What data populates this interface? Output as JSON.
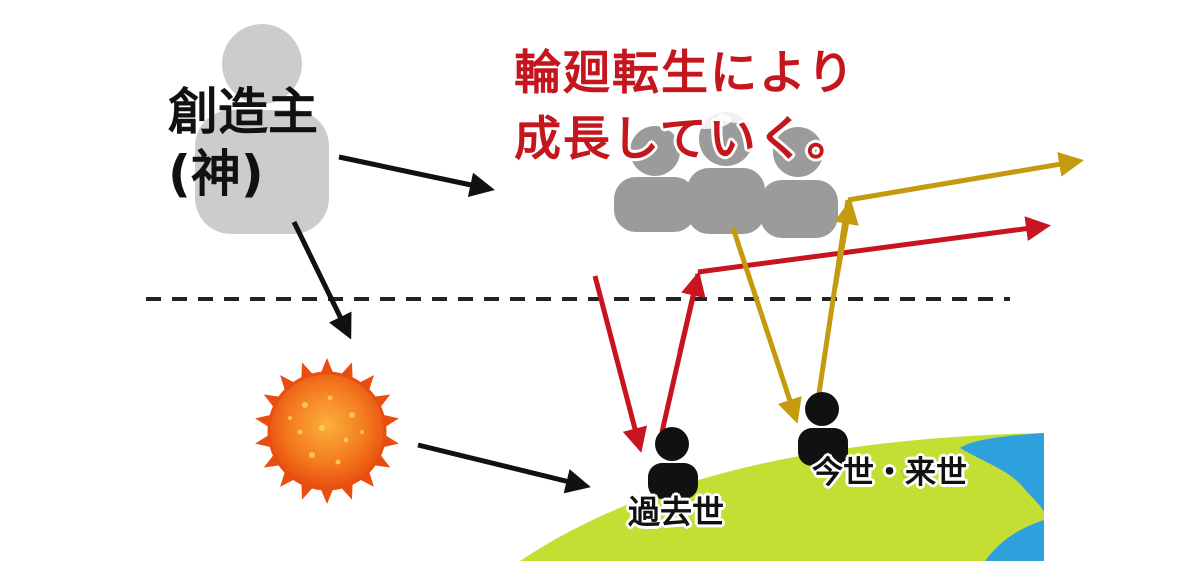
{
  "creator": {
    "title": "創造主",
    "subtitle": "(神)"
  },
  "caption": {
    "line1": "輪廻転生により",
    "line2": "成長していく。"
  },
  "labels": {
    "past_life": "過去世",
    "present_future": "今世・来世"
  },
  "colors": {
    "red_path": "#c8141e",
    "gold_path": "#c49a0e",
    "black_arrow": "#111111",
    "creator_figure": "#cccccc",
    "souls": "#9b9b9b",
    "earth_land": "#c5de34",
    "earth_sea": "#2ea0dc",
    "sun": "#f05a14",
    "caption": "#c4161c"
  },
  "icons": [
    "creator-silhouette",
    "soul-group",
    "sun-icon",
    "earth-globe",
    "person-icon"
  ]
}
